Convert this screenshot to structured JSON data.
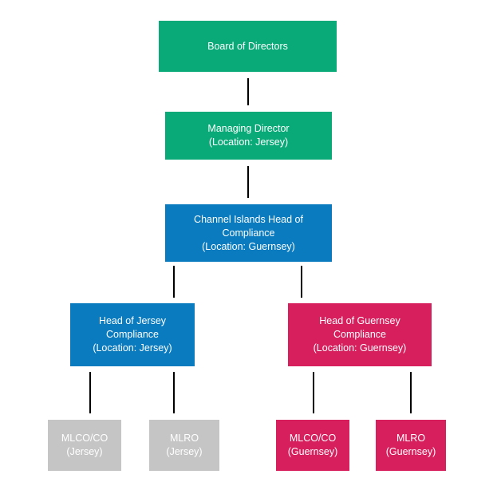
{
  "colors": {
    "board": "#0aaa78",
    "ci_compliance": "#0a7bbf",
    "guernsey": "#d61f5c",
    "jersey_staff": "#c5c5c5",
    "connector": "#000000"
  },
  "nodes": {
    "board": {
      "lines": [
        "Board of Directors"
      ]
    },
    "managing_director": {
      "lines": [
        "Managing Director",
        "(Location: Jersey)"
      ]
    },
    "ci_head": {
      "lines": [
        "Channel Islands Head of",
        "Compliance",
        "(Location: Guernsey)"
      ]
    },
    "jersey_head": {
      "lines": [
        "Head of Jersey",
        "Compliance",
        "(Location: Jersey)"
      ]
    },
    "guernsey_head": {
      "lines": [
        "Head of Guernsey",
        "Compliance",
        "(Location: Guernsey)"
      ]
    },
    "jersey_mlco": {
      "lines": [
        "MLCO/CO",
        "(Jersey)"
      ]
    },
    "jersey_mlro": {
      "lines": [
        "MLRO",
        "(Jersey)"
      ]
    },
    "guernsey_mlco": {
      "lines": [
        "MLCO/CO",
        "(Guernsey)"
      ]
    },
    "guernsey_mlro": {
      "lines": [
        "MLRO",
        "(Guernsey)"
      ]
    }
  }
}
